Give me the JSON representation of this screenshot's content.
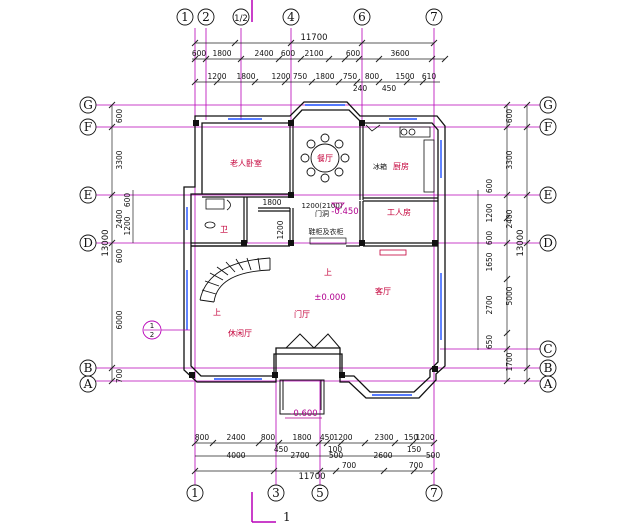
{
  "axes": {
    "top": [
      "1",
      "2",
      "1/2",
      "4",
      "6",
      "7"
    ],
    "bottom": [
      "1",
      "3",
      "5",
      "7"
    ],
    "left": [
      "G",
      "F",
      "E",
      "D",
      "B",
      "A"
    ],
    "right": [
      "G",
      "F",
      "E",
      "D",
      "C",
      "B",
      "A"
    ]
  },
  "dims": {
    "top_total": "11700",
    "top_row1": [
      "600",
      "1800",
      "2400",
      "600",
      "2100",
      "600",
      "3600"
    ],
    "top_row2": [
      "1200",
      "1800",
      "1200",
      "750",
      "1800",
      "750",
      "800",
      "1500",
      "610"
    ],
    "top_row3": [
      "240",
      "450"
    ],
    "bottom_row1": [
      "800",
      "2400",
      "800",
      "1800",
      "450",
      "1200",
      "2300",
      "150",
      "1200"
    ],
    "bottom_row2": [
      "450",
      "100",
      "150"
    ],
    "bottom_row3": [
      "4000",
      "2700",
      "500",
      "2600",
      "500"
    ],
    "bottom_row4": [
      "700",
      "700"
    ],
    "bottom_total": "11700",
    "left_outer": "13000",
    "left_segs": [
      "600",
      "3300",
      "2400",
      "600",
      "6000",
      "700"
    ],
    "left_inner": [
      "1200",
      "600"
    ],
    "right_outer": "13000",
    "right_segs": [
      "600",
      "3300",
      "2400",
      "5000",
      "1700"
    ],
    "right_inner": [
      "600",
      "1200",
      "600",
      "1650",
      "2700",
      "650"
    ],
    "inner_1800": "1800",
    "inner_1200": "1200"
  },
  "rooms": {
    "bedroom": "老人卧室",
    "dining": "餐厅",
    "kitchen": "厨房",
    "wc": "卫",
    "maid": "工人房",
    "living": "客厅",
    "leisure": "休闲厅",
    "foyer": "门厅",
    "up_stair": "上",
    "up_mid": "上",
    "fridge": "冰箱",
    "cabinet": "鞋柜及衣柜"
  },
  "levels": {
    "main": "±0.000",
    "raised": "-0.450",
    "entry": "-0.600"
  },
  "door_code": "1200(2100)",
  "door_note": "门洞",
  "section_mark": "1",
  "detail_mark": [
    "1",
    "2"
  ]
}
